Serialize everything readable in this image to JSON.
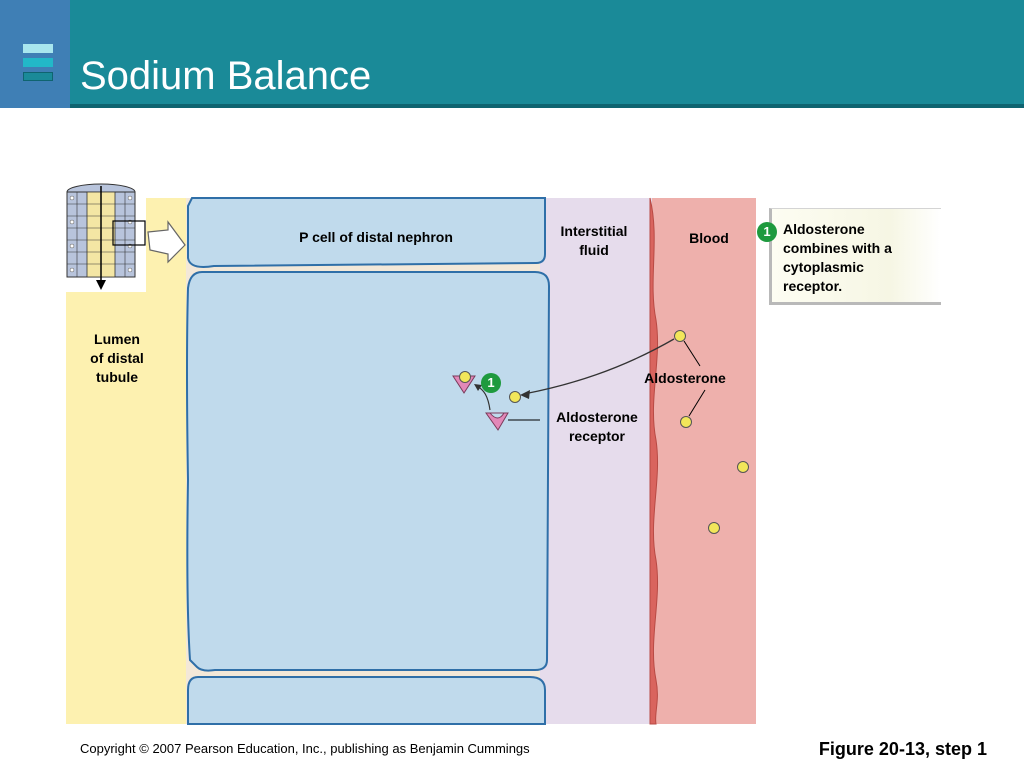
{
  "slide": {
    "title": "Sodium Balance",
    "copyright": "Copyright © 2007 Pearson Education, Inc., publishing as Benjamin Cummings",
    "figure_label": "Figure 20-13, step 1"
  },
  "colors": {
    "header": "#1a8a98",
    "lumen": "#fdf1b0",
    "cell": "#c0daec",
    "interstitial": "#e6dcec",
    "blood": "#eeb0ac",
    "aldosterone_molecule": "#f2e65a",
    "receptor": "#e288b8",
    "step_badge": "#1e9a3e"
  },
  "diagram": {
    "labels": {
      "lumen": "Lumen\nof distal\ntubule",
      "p_cell": "P cell of distal nephron",
      "interstitial": "Interstitial\nfluid",
      "blood": "Blood",
      "aldosterone": "Aldosterone",
      "receptor": "Aldosterone\nreceptor"
    },
    "step_marker": "1",
    "callout": {
      "step": "1",
      "text": "Aldosterone\ncombines with a\ncytoplasmic\nreceptor."
    }
  }
}
